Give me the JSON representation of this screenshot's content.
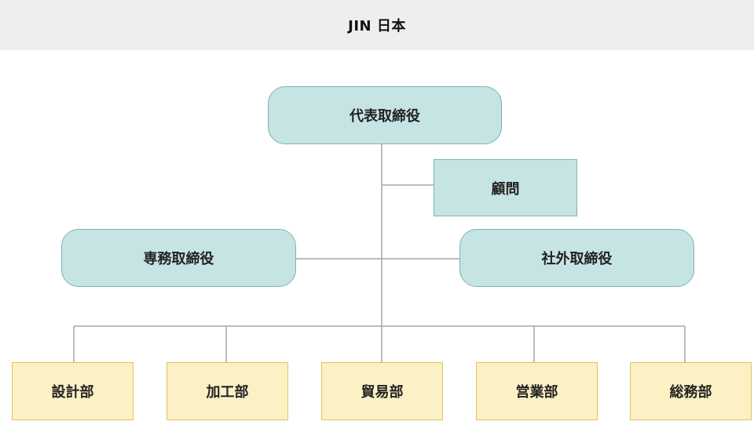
{
  "header": {
    "title": "JIN 日本"
  },
  "org": {
    "president": "代表取締役",
    "advisor": "顧問",
    "managing_director": "専務取締役",
    "outside_director": "社外取締役",
    "departments": [
      "設計部",
      "加工部",
      "貿易部",
      "営業部",
      "総務部"
    ]
  },
  "colors": {
    "header_bg": "#eeeeee",
    "exec_fill": "#c6e4e4",
    "exec_border": "#7fb3b8",
    "dept_fill": "#fcf0c5",
    "dept_border": "#e0c462",
    "connector": "#a6a6a6"
  }
}
